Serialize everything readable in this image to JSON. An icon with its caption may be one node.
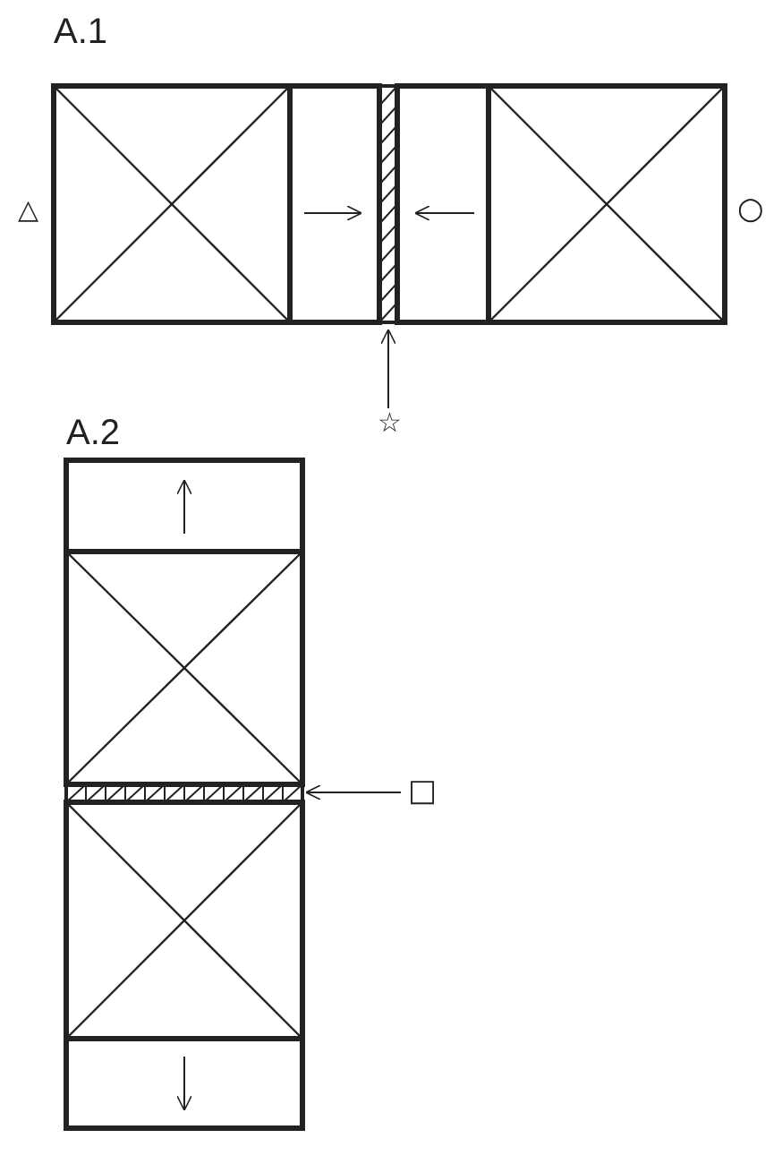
{
  "diagram": {
    "nodes": [
      {
        "text": [],
        "shape": "bar"
      },
      {
        "text": [
          "☆"
        ]
      },
      {
        "text": [],
        "shape": "bar"
      },
      {
        "text": [
          "□"
        ]
      }
    ],
    "edges": [
      {
        "from": 1,
        "to": 0,
        "arrow": "to"
      },
      {
        "from": 3,
        "to": 2,
        "arrow": "to"
      }
    ],
    "labels": [
      "A.1",
      "△",
      "○",
      "A.2"
    ]
  }
}
